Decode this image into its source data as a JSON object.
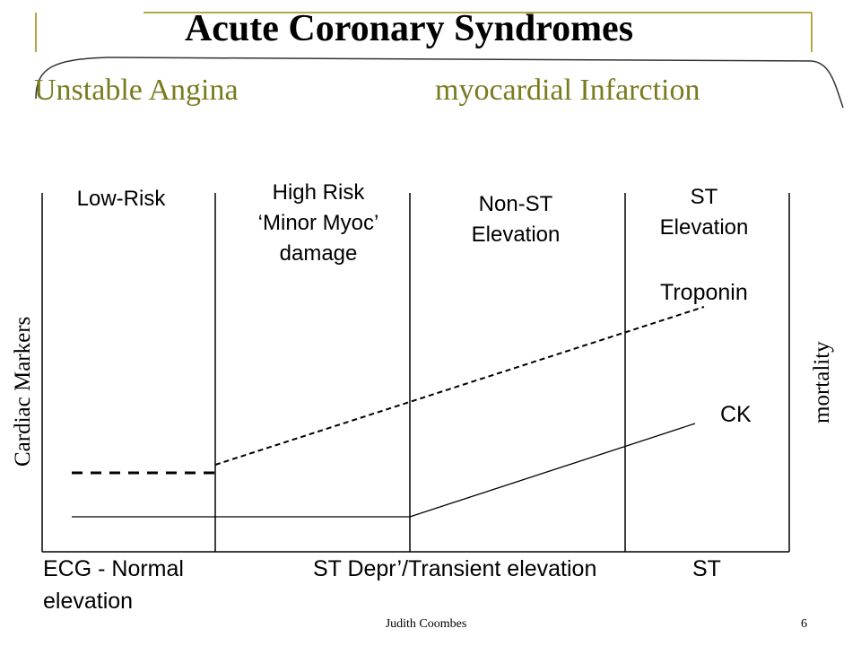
{
  "slide": {
    "title": "Acute Coronary Syndromes",
    "subtitle_left": "Unstable Angina",
    "subtitle_right": "myocardial Infarction",
    "accent_color": "#7a7a1e",
    "frame_color": "#b5a642"
  },
  "diagram": {
    "categories": [
      {
        "label": "Low-Risk"
      },
      {
        "label": "High Risk\n‘Minor Myoc’\ndamage"
      },
      {
        "label": "Non-ST\nElevation"
      },
      {
        "label": "ST\nElevation"
      }
    ],
    "curves": {
      "troponin_label": "Troponin",
      "ck_label": "CK"
    },
    "left_axis_label": "Cardiac Markers",
    "right_axis_label": "mortality",
    "ecg_row": {
      "normal": "ECG - Normal",
      "st_depr": "ST Depr’/Transient elevation",
      "st": "ST",
      "elevation": "elevation"
    }
  },
  "footer": {
    "author": "Judith Coombes",
    "page_number": "6"
  }
}
